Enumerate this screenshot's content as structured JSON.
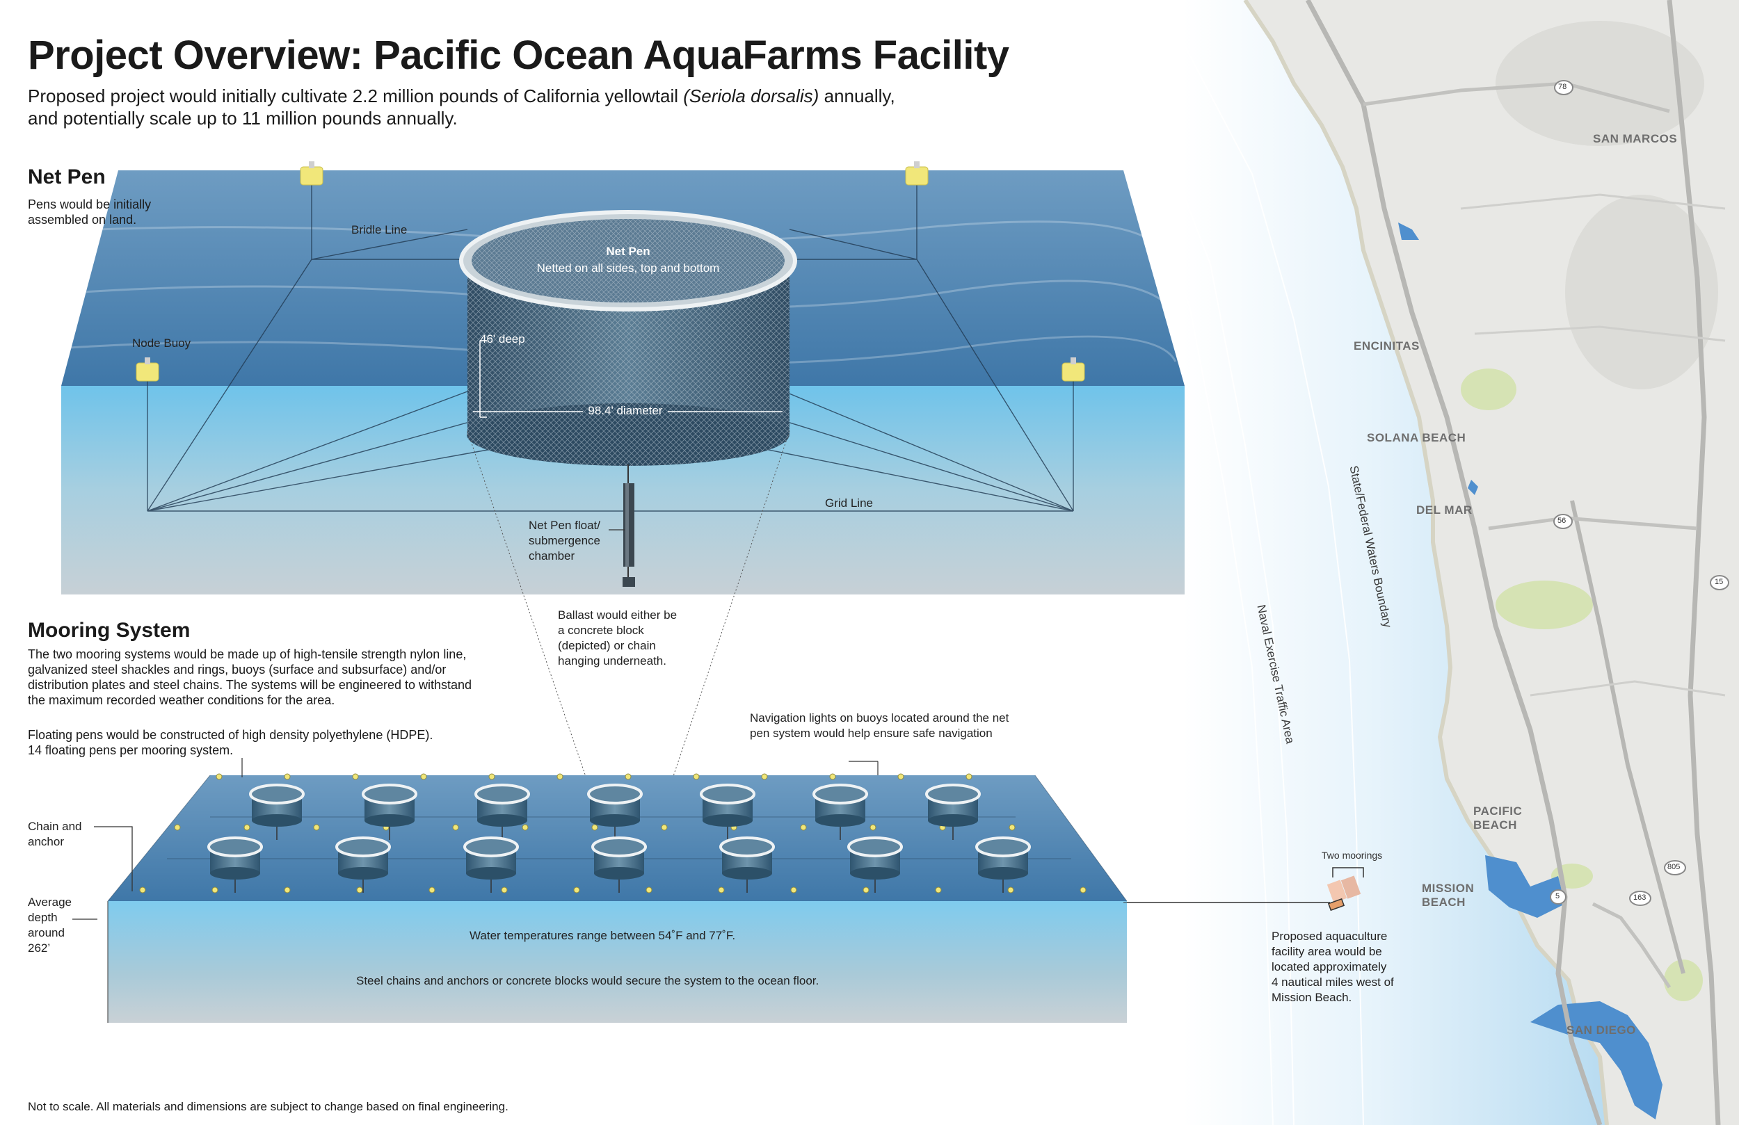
{
  "title": "Project Overview: Pacific Ocean AquaFarms Facility",
  "subtitle": {
    "line1_start": "Proposed project would initially cultivate 2.2 million pounds of California yellowtail ",
    "line1_species": "(Seriola dorsalis)",
    "line1_end": " annually,",
    "line2": "and potentially scale up to 11 million pounds annually."
  },
  "net_pen_section": {
    "heading": "Net Pen",
    "note_line1": "Pens would be initially",
    "note_line2": "assembled on land."
  },
  "net_pen_diagram": {
    "bridle_line": "Bridle Line",
    "node_buoy": "Node Buoy",
    "pen_title": "Net Pen",
    "pen_desc": "Netted on all sides, top and bottom",
    "depth": "46' deep",
    "diameter": "98.4' diameter",
    "grid_line": "Grid Line",
    "float_line1": "Net Pen float/",
    "float_line2": "submergence",
    "float_line3": "chamber",
    "ballast_line1": "Ballast would either be",
    "ballast_line2": "a concrete block",
    "ballast_line3": "(depicted) or chain",
    "ballast_line4": "hanging underneath."
  },
  "mooring_section": {
    "heading": "Mooring System",
    "para_lines": [
      "The two mooring systems would be made up of high-tensile strength nylon line,",
      "galvanized steel shackles and rings, buoys (surface and subsurface) and/or",
      "distribution plates and steel chains. The systems will be engineered to withstand",
      "the maximum recorded weather conditions for the area."
    ],
    "hdpe_line1": "Floating pens would be constructed of high density polyethylene (HDPE).",
    "hdpe_line2": "14 floating pens per mooring system.",
    "nav_line1": "Navigation lights on buoys located around the net",
    "nav_line2": "pen system would help ensure safe navigation",
    "chain_line1": "Chain and",
    "chain_line2": "anchor",
    "depth_line1": "Average",
    "depth_line2": "depth",
    "depth_line3": "around",
    "depth_line4": "262’",
    "water_temp": "Water temperatures range between 54˚F and 77˚F.",
    "chains": "Steel chains and anchors or concrete blocks would secure the system to the ocean floor.",
    "pen_count": 14
  },
  "map": {
    "places": [
      "SAN MARCOS",
      "ENCINITAS",
      "SOLANA BEACH",
      "DEL MAR",
      "PACIFIC",
      "BEACH",
      "MISSION",
      "BEACH",
      "SAN DIEGO"
    ],
    "routes": [
      "78",
      "56",
      "15",
      "805",
      "5",
      "163"
    ],
    "boundary_state": "State/Federal Waters Boundary",
    "boundary_naval": "Naval Exercise Traffic Area",
    "two_moorings": "Two moorings",
    "facility_lines": [
      "Proposed aquaculture",
      "facility area would be",
      "located approximately",
      "4 nautical miles west of",
      "Mission Beach."
    ]
  },
  "footnote": "Not to scale. All materials and dimensions are subject to change based on final engineering.",
  "colors": {
    "ocean_surface": "#4f86b4",
    "ocean_body": "#8ec8e6",
    "map_land": "#e9e9e7",
    "map_water": "#8cc4e6",
    "buoy": "#f1e77a"
  }
}
